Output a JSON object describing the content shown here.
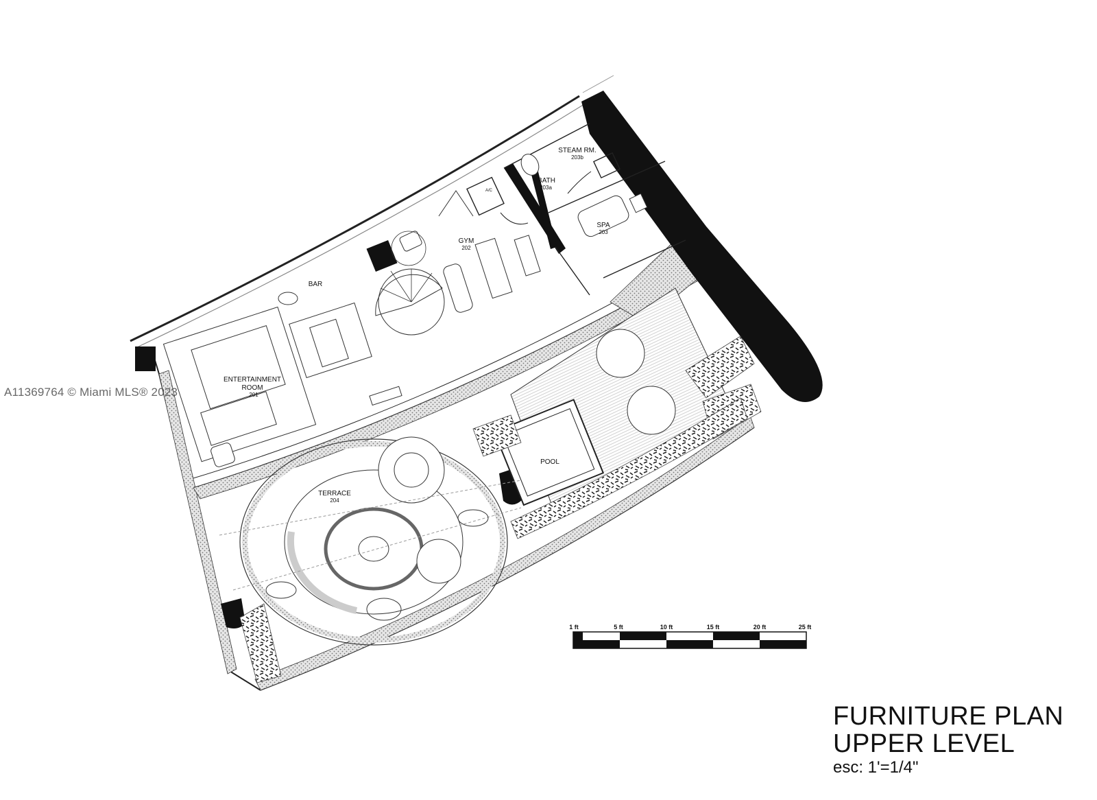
{
  "watermark": "A11369764 © Miami MLS® 2023",
  "rooms": {
    "bar": "BAR",
    "entertainment_line1": "ENTERTAINMENT",
    "entertainment_line2": "ROOM",
    "entertainment_num": "201",
    "gym": "GYM",
    "gym_num": "202",
    "ac": "A/C",
    "bath": "BATH",
    "bath_num": "203a",
    "steam": "STEAM RM.",
    "steam_num": "203b",
    "spa": "SPA",
    "spa_num": "203",
    "pool": "POOL",
    "terrace": "TERRACE",
    "terrace_num": "204"
  },
  "scale_bar": {
    "ticks": [
      "1 ft",
      "5 ft",
      "10 ft",
      "15 ft",
      "20 ft",
      "25 ft"
    ]
  },
  "title": {
    "line1": "FURNITURE PLAN",
    "line2": "UPPER LEVEL",
    "line3": "esc: 1'=1/4\""
  }
}
